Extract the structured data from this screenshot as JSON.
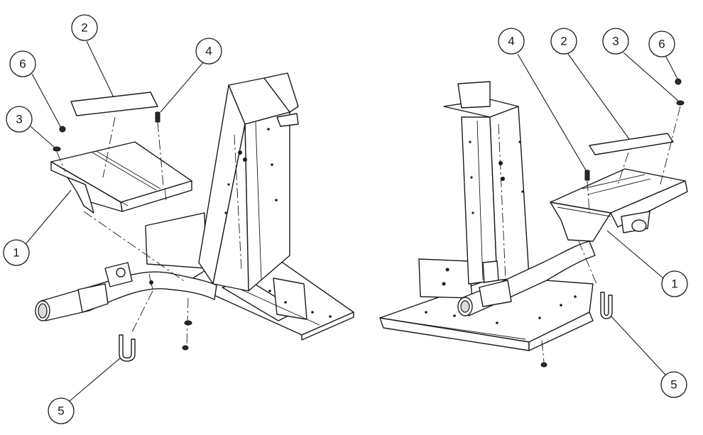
{
  "balloons": [
    {
      "label": "2"
    },
    {
      "label": "6"
    },
    {
      "label": "4"
    },
    {
      "label": "3"
    },
    {
      "label": "1"
    },
    {
      "label": "5"
    },
    {
      "label": "4"
    },
    {
      "label": "2"
    },
    {
      "label": "3"
    },
    {
      "label": "6"
    },
    {
      "label": "1"
    },
    {
      "label": "5"
    }
  ]
}
